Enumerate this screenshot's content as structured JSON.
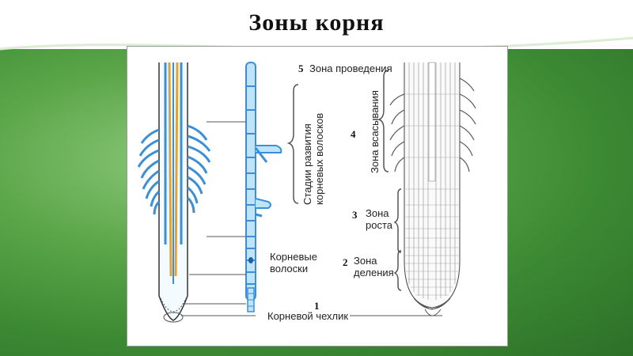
{
  "slide": {
    "title": "Зоны корня"
  },
  "diagram": {
    "numbers": {
      "n1": "1",
      "n2": "2",
      "n3": "3",
      "n4": "4",
      "n5": "5"
    },
    "labels": {
      "conduction_zone": "Зона проведения",
      "absorption_zone": "Зона всасывания",
      "growth_zone_line1": "Зона",
      "growth_zone_line2": "роста",
      "division_zone_line1": "Зона",
      "division_zone_line2": "деления",
      "root_hairs_line1": "Корневые",
      "root_hairs_line2": "волоски",
      "root_cap": "Корневой чехлик",
      "stages_line1": "Стадии развития",
      "stages_line2": "корневых волосков"
    }
  },
  "colors": {
    "vascular_blue": "#3a8fd6",
    "light_blue": "#bfe3f7",
    "xylem_yellow": "#e0a23a",
    "background_green": "#5aa548"
  }
}
